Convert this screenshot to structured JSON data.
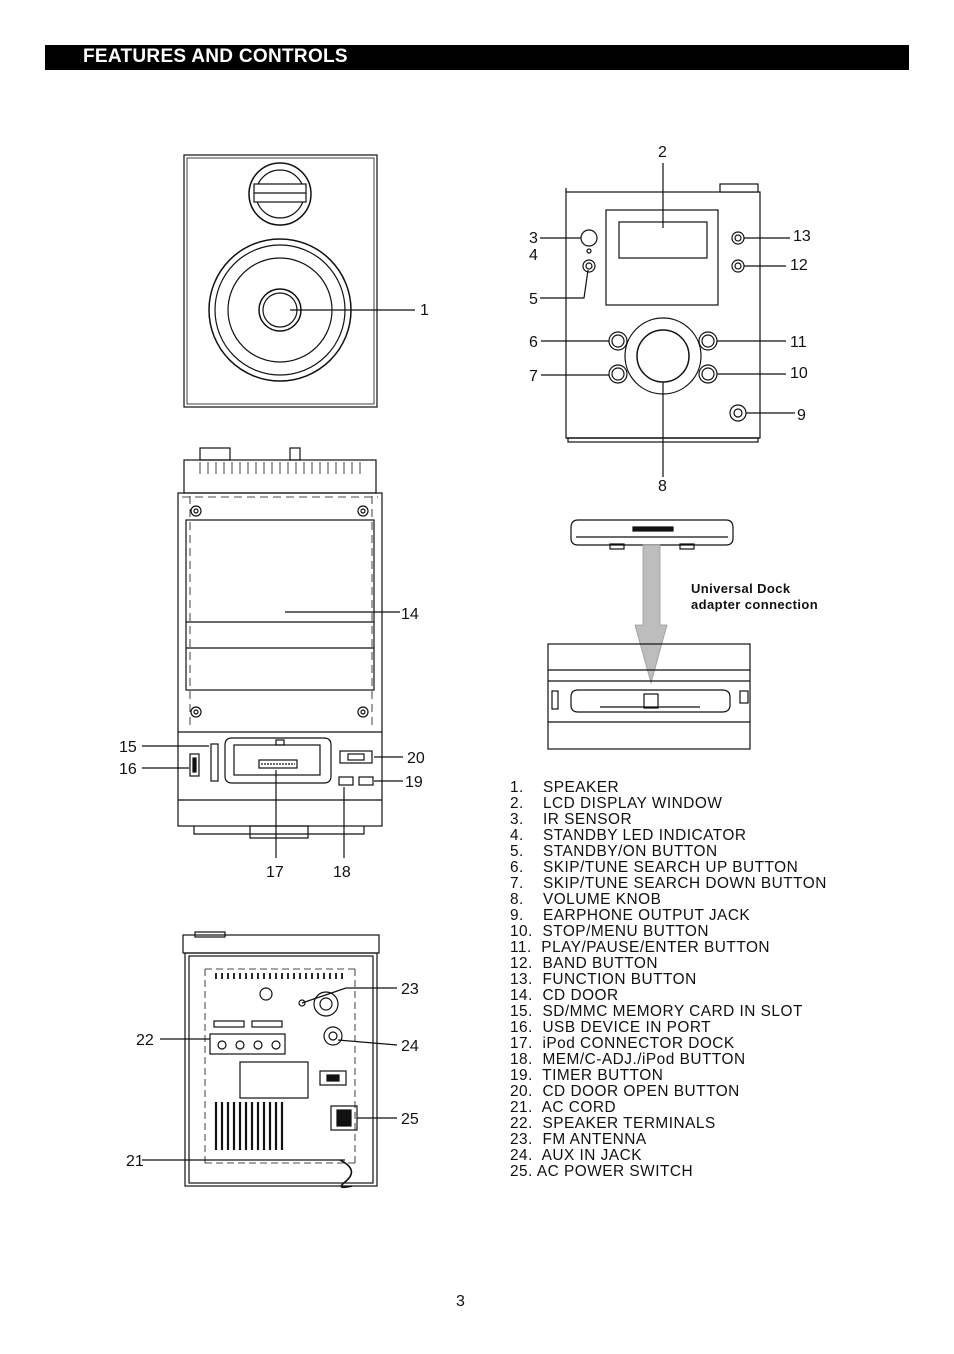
{
  "header": {
    "title": "FEATURES AND CONTROLS"
  },
  "diagram_labels": [
    "1",
    "2",
    "3",
    "4",
    "5",
    "6",
    "7",
    "8",
    "9",
    "10",
    "11",
    "12",
    "13",
    "14",
    "15",
    "16",
    "17",
    "18",
    "19",
    "20",
    "21",
    "22",
    "23",
    "24",
    "25"
  ],
  "dock_caption": {
    "line1": "Universal Dock",
    "line2": "adapter connection"
  },
  "features": [
    "1.    SPEAKER",
    "2.    LCD DISPLAY WINDOW",
    "3.    IR SENSOR",
    "4.    STANDBY LED INDICATOR",
    "5.    STANDBY/ON BUTTON",
    "6.    SKIP/TUNE SEARCH UP BUTTON",
    "7.    SKIP/TUNE SEARCH DOWN BUTTON",
    "8.    VOLUME KNOB",
    "9.    EARPHONE OUTPUT JACK",
    "10.  STOP/MENU BUTTON",
    "11.  PLAY/PAUSE/ENTER BUTTON",
    "12.  BAND BUTTON",
    "13.  FUNCTION BUTTON",
    "14.  CD DOOR",
    "15.  SD/MMC MEMORY CARD IN SLOT",
    "16.  USB DEVICE IN PORT",
    "17.  iPod CONNECTOR DOCK",
    "18.  MEM/C-ADJ./iPod BUTTON",
    "19.  TIMER BUTTON",
    "20.  CD DOOR OPEN BUTTON",
    "21.  AC CORD",
    "22.  SPEAKER TERMINALS",
    "23.  FM ANTENNA",
    "24.  AUX IN JACK",
    "25. AC POWER SWITCH"
  ],
  "page_number": "3"
}
